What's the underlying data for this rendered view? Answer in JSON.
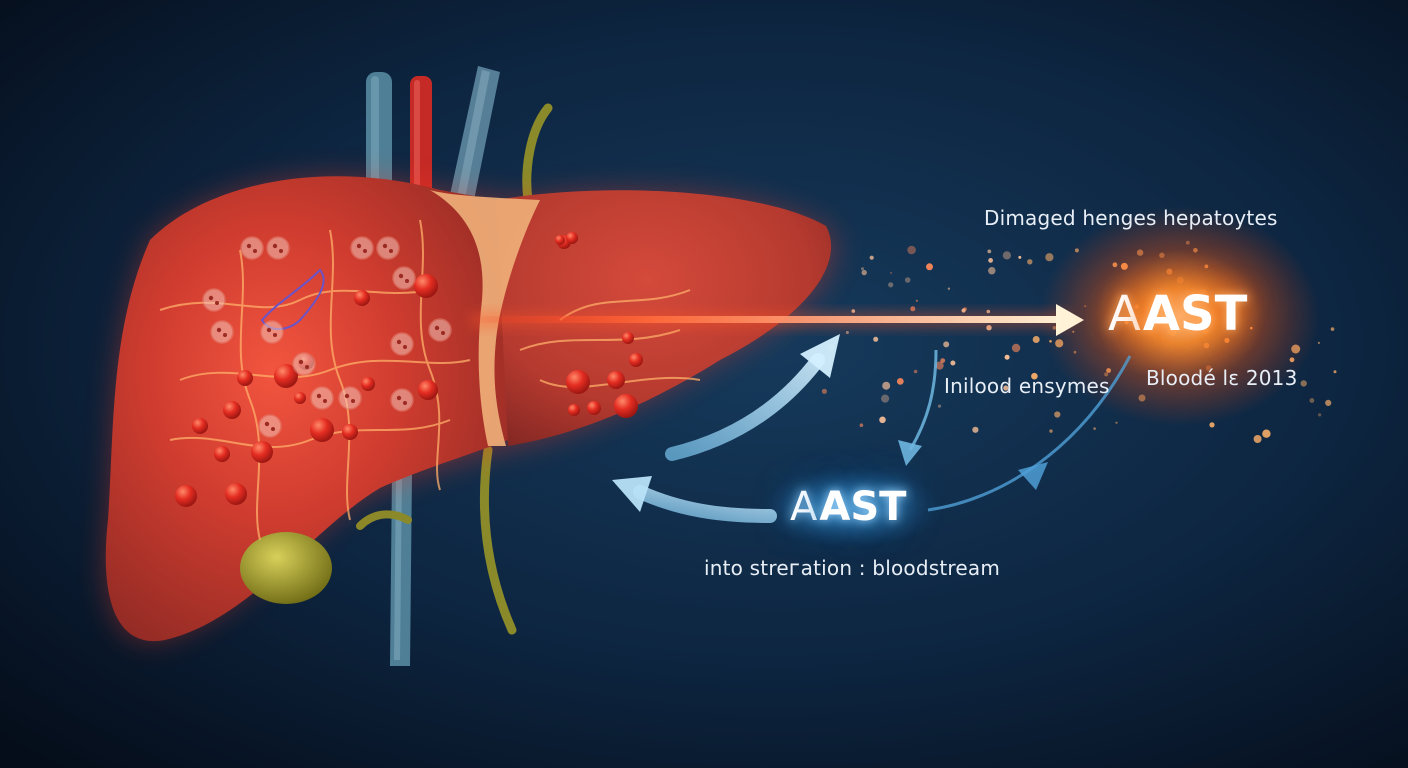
{
  "labels": {
    "damaged_hepatocytes": "Dimaged henges hepatoytes",
    "blood_enzymes": "Inilood ensymes",
    "blood_date": "Bloodé lɛ 2013",
    "into_bloodstream": "into streᴦation : bloodstream"
  },
  "ast_right": {
    "glyph": "A",
    "text": "AST"
  },
  "ast_center": {
    "glyph": "A",
    "text": "AST"
  },
  "colors": {
    "background": "#081628",
    "liver": "#b8372d",
    "glow_orange": "#ff7a1e",
    "arrow_blue": "#8fd0f2",
    "vessel_blue": "#4f7f96",
    "vessel_red": "#c52a26",
    "bile_duct": "#8a8a2a",
    "gallbladder": "#a39a1e"
  }
}
